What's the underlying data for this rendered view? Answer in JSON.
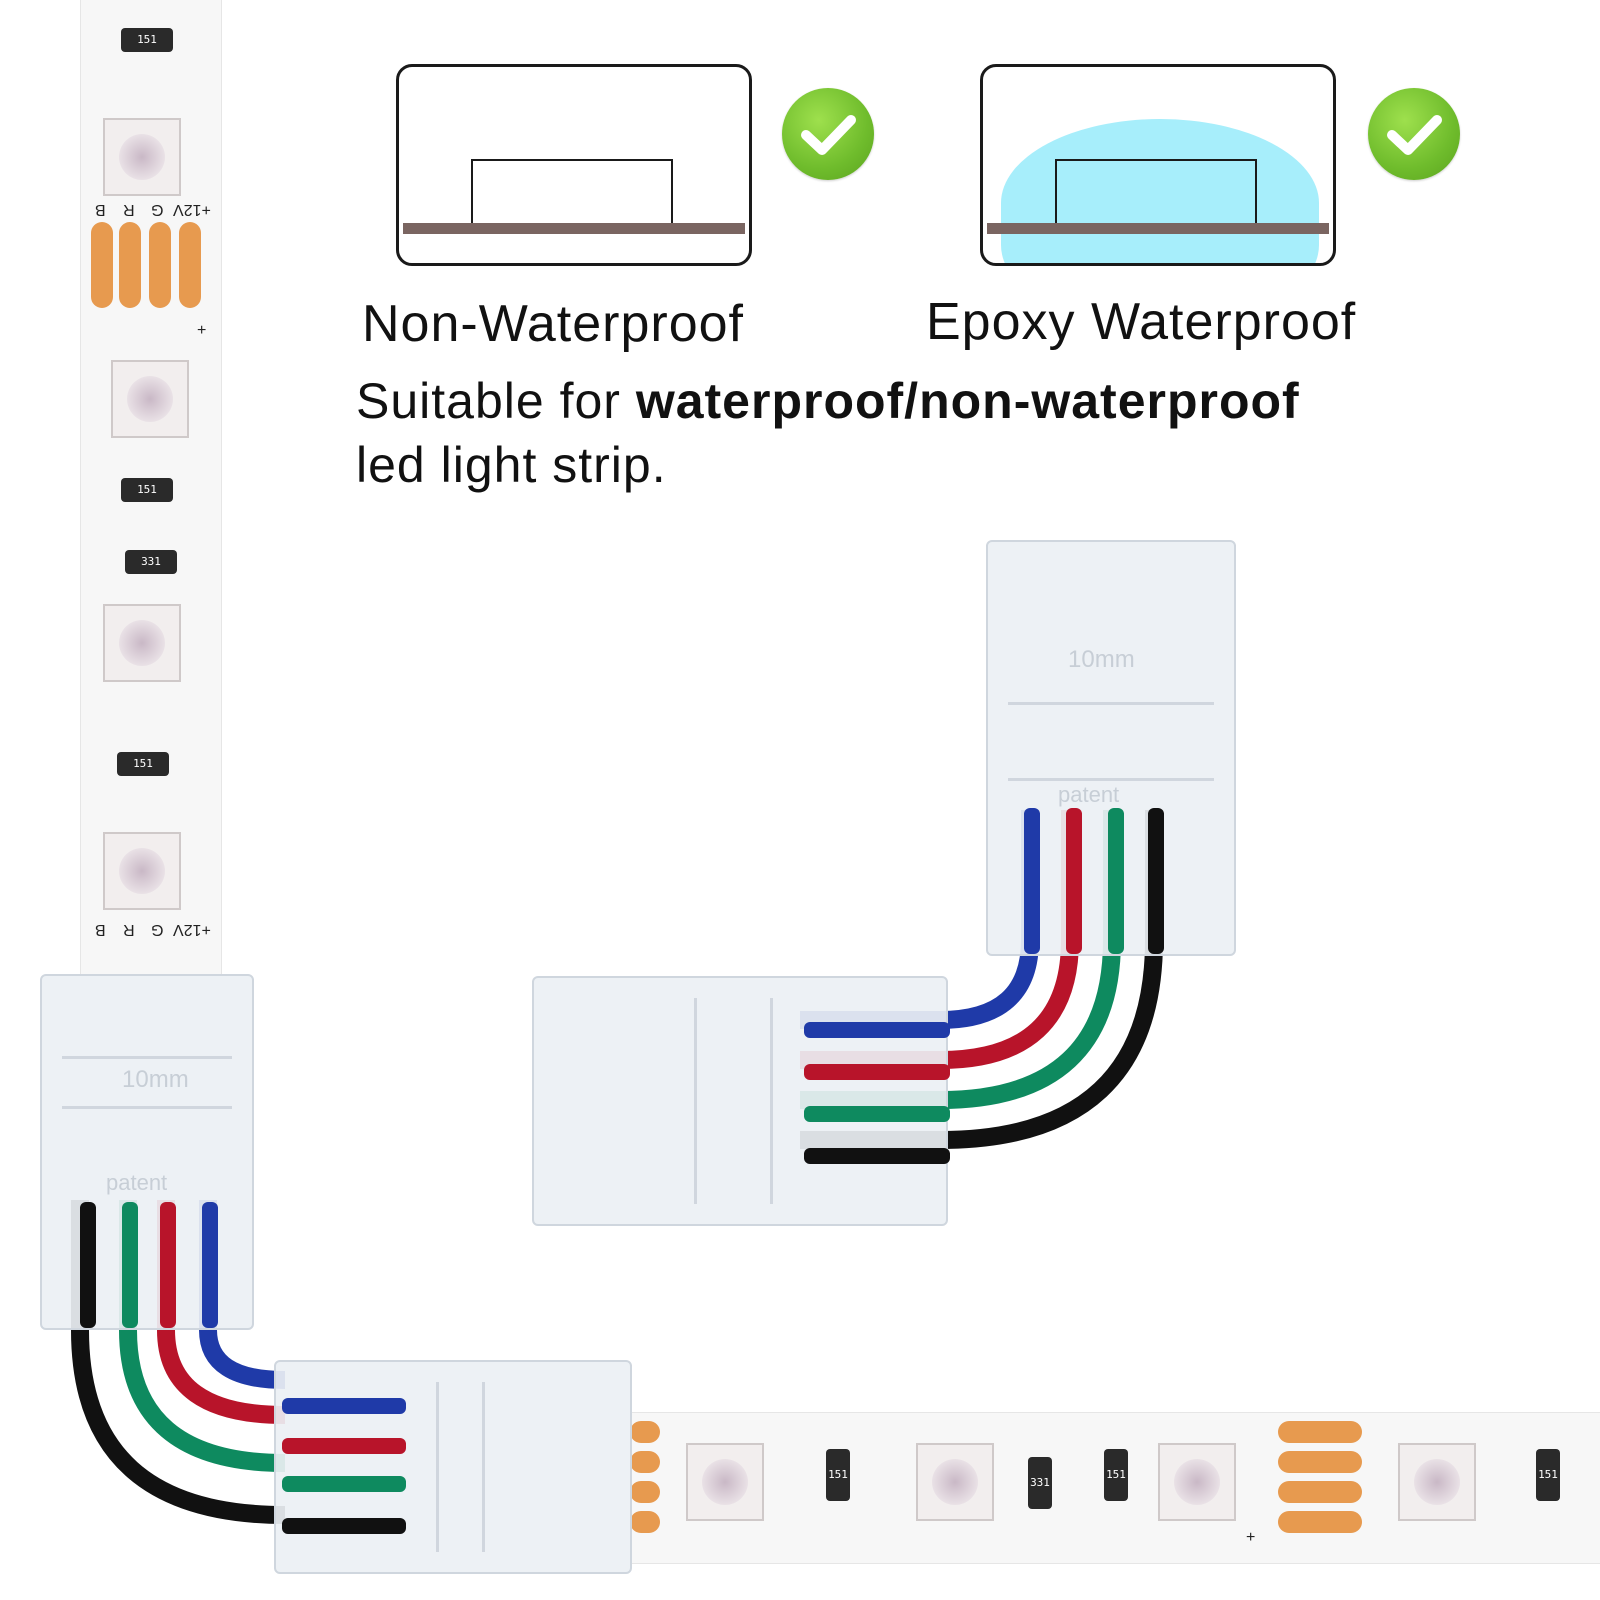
{
  "diagram": {
    "left_label": "Non-Waterproof",
    "right_label": "Epoxy Waterproof"
  },
  "description": {
    "prefix": "Suitable for ",
    "bold": "waterproof/non-waterproof",
    "suffix": "led light strip."
  },
  "strip": {
    "resistor_151": "151",
    "resistor_331": "331",
    "pin_b": "B",
    "pin_r": "R",
    "pin_g": "G",
    "pin_v": "+12V",
    "plus": "+"
  },
  "connector": {
    "engraving_size": "10mm",
    "engraving_patent": "patent"
  },
  "colors": {
    "check": "#6fbc2c",
    "epoxy": "#a7eefb",
    "substrate": "#7a6561",
    "pad": "#e79a4f",
    "wire_blue": "#1f3aa8",
    "wire_red": "#b8142a",
    "wire_green": "#0e8a5f",
    "wire_black": "#111111"
  },
  "icons": [
    "check-icon",
    "check-icon"
  ]
}
